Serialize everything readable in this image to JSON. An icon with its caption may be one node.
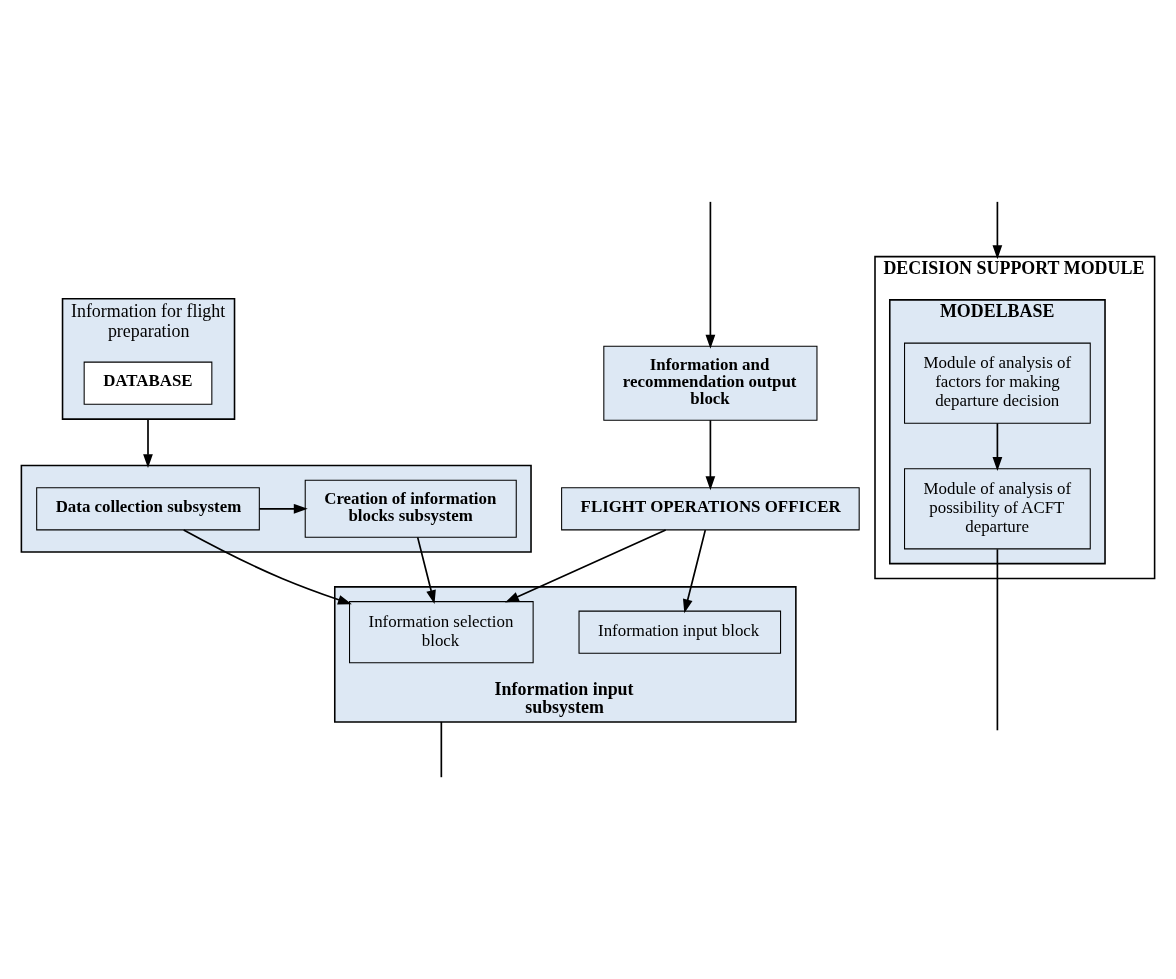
{
  "diagram": {
    "nodes": [
      {
        "text": [
          "Information for flight preparation"
        ]
      },
      {
        "text": [
          "DATABASE"
        ],
        "in": 0
      },
      {
        "text": [],
        "shape": "box"
      },
      {
        "text": [
          "Data collection subsystem"
        ],
        "in": 2
      },
      {
        "text": [
          "Creation of information blocks subsystem"
        ],
        "in": 2
      },
      {
        "text": [
          "DECISION SUPPORT MODULE"
        ]
      },
      {
        "text": [
          "MODELBASE"
        ],
        "in": 5
      },
      {
        "text": [
          "Module of analysis of factors for making departure decision"
        ],
        "in": 6
      },
      {
        "text": [
          "Module of analysis of possibility of ACFT departure"
        ],
        "in": 6
      },
      {
        "text": [
          "Information input subsystem"
        ]
      },
      {
        "text": [
          "Information selection block"
        ],
        "in": 9
      },
      {
        "text": [
          "Information input block"
        ],
        "in": 9
      },
      {
        "text": [
          "FLIGHT OPERATIONS OFFICER"
        ]
      },
      {
        "text": [
          "Information and recommendation output block"
        ]
      }
    ],
    "edges": [
      {
        "from": null,
        "to": 5,
        "arrow": "to"
      },
      {
        "from": 0,
        "to": 2,
        "arrow": "to"
      },
      {
        "from": 3,
        "to": 4,
        "arrow": "to"
      },
      {
        "from": 7,
        "to": 8,
        "arrow": "to"
      },
      {
        "from": 3,
        "to": 10,
        "arrow": "to"
      },
      {
        "from": 4,
        "to": 10,
        "arrow": "to"
      },
      {
        "from": 8,
        "to": null,
        "arrow": "none"
      },
      {
        "from": 12,
        "to": 10,
        "arrow": "to"
      },
      {
        "from": 12,
        "to": 11,
        "arrow": "to"
      },
      {
        "from": 13,
        "to": 12,
        "arrow": "to"
      },
      {
        "from": 9,
        "to": null,
        "arrow": "none"
      },
      {
        "from": null,
        "to": 13,
        "arrow": "to"
      }
    ]
  }
}
